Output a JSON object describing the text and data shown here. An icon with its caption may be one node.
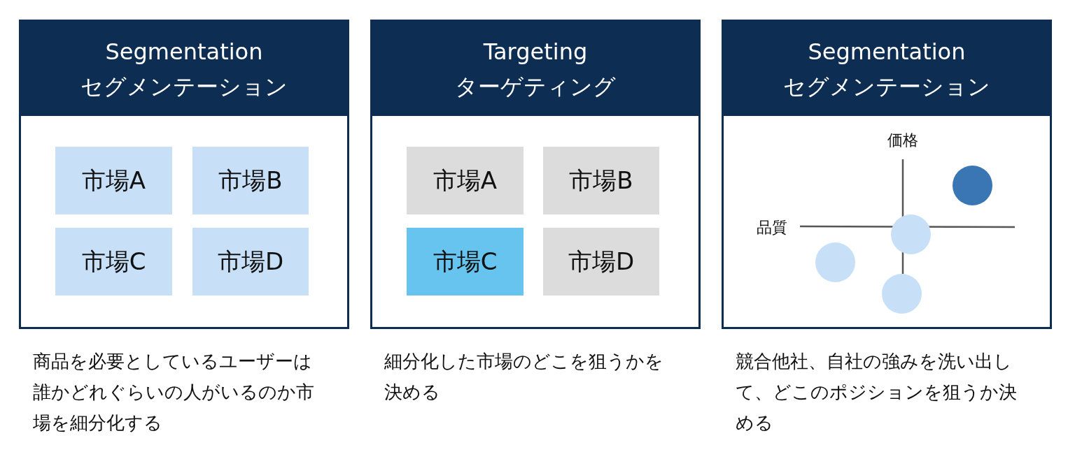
{
  "diagram": {
    "nodes": [
      {
        "text": [
          "Segmentation セグメンテーション"
        ],
        "beside": [
          "商品を必要としているユーザーは誰かどれぐらいの人がいるのか市場を細分化する"
        ]
      },
      {
        "text": [
          "市場A"
        ],
        "in": 0
      },
      {
        "text": [
          "市場B"
        ],
        "in": 0
      },
      {
        "text": [
          "市場C"
        ],
        "in": 0
      },
      {
        "text": [
          "市場D"
        ],
        "in": 0
      },
      {
        "text": [
          "Targeting ターゲティング"
        ],
        "beside": [
          "細分化した市場のどこを狙うかを決める"
        ]
      },
      {
        "text": [
          "市場A"
        ],
        "in": 5
      },
      {
        "text": [
          "市場B"
        ],
        "in": 5
      },
      {
        "text": [
          "市場C"
        ],
        "in": 5
      },
      {
        "text": [
          "市場D"
        ],
        "in": 5
      },
      {
        "text": [
          "Segmentation セグメンテーション"
        ],
        "beside": [
          "競合他社、自社の強みを洗い出して、どこのポジションを狙うか決める"
        ]
      },
      {
        "text": [],
        "shape": "circle",
        "in": 10
      },
      {
        "text": [],
        "shape": "circle",
        "in": 10
      },
      {
        "text": [],
        "shape": "circle",
        "in": 10
      },
      {
        "text": [],
        "shape": "circle",
        "in": 10
      }
    ],
    "edges": [],
    "labels": [
      "価格",
      "品質"
    ]
  }
}
